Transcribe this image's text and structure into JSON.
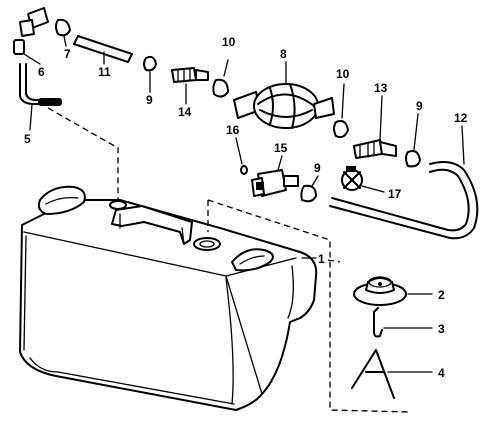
{
  "callouts": [
    {
      "id": "c1",
      "text": "1"
    },
    {
      "id": "c2",
      "text": "2"
    },
    {
      "id": "c3",
      "text": "3"
    },
    {
      "id": "c4",
      "text": "4"
    },
    {
      "id": "c5",
      "text": "5"
    },
    {
      "id": "c6",
      "text": "6"
    },
    {
      "id": "c7",
      "text": "7"
    },
    {
      "id": "c8",
      "text": "8"
    },
    {
      "id": "c9a",
      "text": "9"
    },
    {
      "id": "c9b",
      "text": "9"
    },
    {
      "id": "c9c",
      "text": "9"
    },
    {
      "id": "c10a",
      "text": "10"
    },
    {
      "id": "c10b",
      "text": "10"
    },
    {
      "id": "c11",
      "text": "11"
    },
    {
      "id": "c12",
      "text": "12"
    },
    {
      "id": "c13",
      "text": "13"
    },
    {
      "id": "c14",
      "text": "14"
    },
    {
      "id": "c15",
      "text": "15"
    },
    {
      "id": "c16",
      "text": "16"
    },
    {
      "id": "c17",
      "text": "17"
    }
  ]
}
